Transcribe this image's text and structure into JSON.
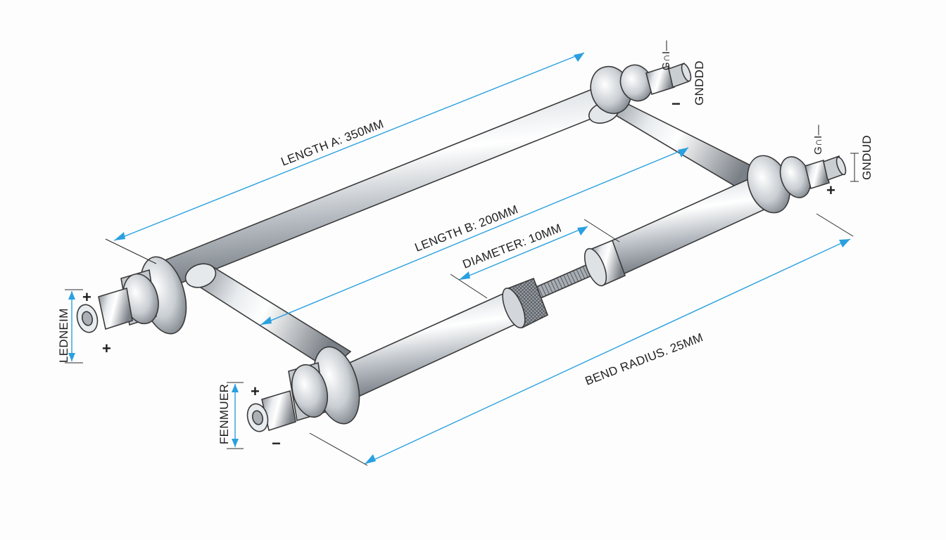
{
  "labels": {
    "length_a": "LENGTH A: 350MM",
    "length_b": "LENGTH B: 200MM",
    "diameter": "DIAMETER: 10MM",
    "bend_radius": "BEND RADIUS. 25MM",
    "left_end_vertical": "LEDNEIM",
    "bottom_end_vertical": "FENMUER",
    "top_right_vertical": "GNDDD",
    "right_vertical": "GNDUD",
    "tiny_top_right": "G∩I—",
    "tiny_right": "G∩I—"
  },
  "polarity": {
    "left_top": "+",
    "left_bottom": "+",
    "bottom_top": "+",
    "bottom_bottom": "−",
    "top_right": "−",
    "right": "+"
  },
  "colors": {
    "dimension_line": "#2aa0e0",
    "metal_light": "#f2f4f6",
    "metal_mid": "#b9bec4",
    "metal_dark": "#6e747b",
    "background": "#fdfdfd"
  }
}
